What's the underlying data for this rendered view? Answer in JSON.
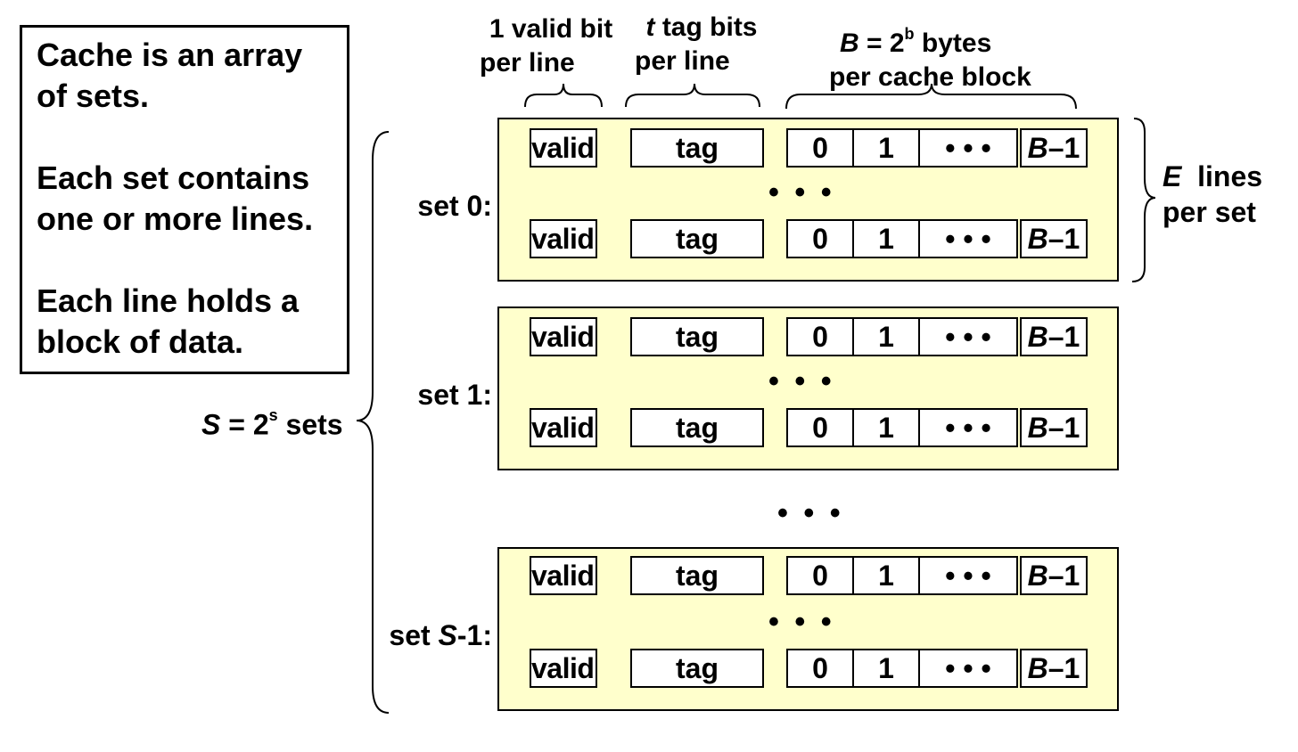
{
  "notes": [
    "Cache is an array of sets.",
    "Each set contains one or more lines.",
    "Each line holds a block of data."
  ],
  "headers": {
    "valid_line1": "1 valid bit",
    "valid_line2": "per line",
    "tag_italic": "t",
    "tag_line1_rest": " tag bits",
    "tag_line2": "per line",
    "block_italic_B": "B",
    "block_eq": " = 2",
    "block_exp": "b",
    "block_rest": " bytes",
    "block_line2": "per cache block"
  },
  "cells": {
    "valid": "valid",
    "tag": "tag",
    "byte0": "0",
    "byte1": "1",
    "dots": "• • •",
    "last_italic": "B",
    "last_rest": "–1"
  },
  "row_dots": "• • •",
  "between_sets_dots": "• • •",
  "sets": [
    {
      "label_prefix": "set 0:",
      "label_italic": "",
      "label_suffix": ""
    },
    {
      "label_prefix": "set 1:",
      "label_italic": "",
      "label_suffix": ""
    },
    {
      "label_prefix": "set ",
      "label_italic": "S",
      "label_suffix": "-1:"
    }
  ],
  "lines_label": {
    "italic": "E",
    "line1_rest": "  lines",
    "line2": "per set"
  },
  "sets_label": {
    "italic_S": "S",
    "eq": " = 2",
    "exp": "s",
    "rest": " sets"
  }
}
